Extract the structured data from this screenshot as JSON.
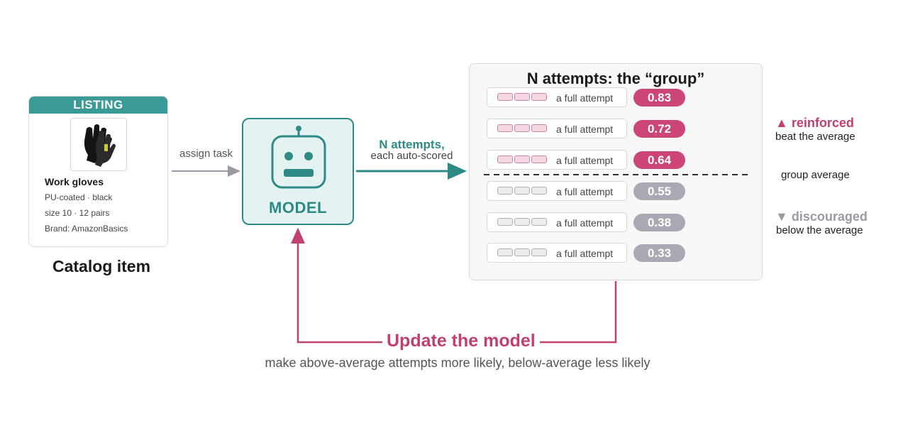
{
  "listing": {
    "header": "LISTING",
    "product_name": "Work gloves",
    "details": [
      "PU-coated · black",
      "size 10 · 12 pairs",
      "Brand: AmazonBasics"
    ],
    "caption": "Catalog item"
  },
  "assign_label": "assign task",
  "model": {
    "label": "MODEL"
  },
  "edge_to_group": {
    "title": "N attempts,",
    "subtitle": "each auto-scored"
  },
  "group": {
    "title": "N attempts: the “group”",
    "attempts": [
      {
        "label": "a full attempt",
        "score": "0.83",
        "status": "above"
      },
      {
        "label": "a full attempt",
        "score": "0.72",
        "status": "above"
      },
      {
        "label": "a full attempt",
        "score": "0.64",
        "status": "above"
      },
      {
        "label": "a full attempt",
        "score": "0.55",
        "status": "below"
      },
      {
        "label": "a full attempt",
        "score": "0.38",
        "status": "below"
      },
      {
        "label": "a full attempt",
        "score": "0.33",
        "status": "below"
      }
    ]
  },
  "legend": {
    "reinforced": "▲ reinforced",
    "reinforced_sub": "beat the average",
    "group_average": "group average",
    "discouraged": "▼ discouraged",
    "discouraged_sub": "below the average"
  },
  "update": {
    "title": "Update the model",
    "subtitle": "make above-average attempts more likely, below-average less likely"
  },
  "colors": {
    "teal": "#2e8a86",
    "pink": "#c0406f",
    "grey": "#a9a9b3"
  }
}
